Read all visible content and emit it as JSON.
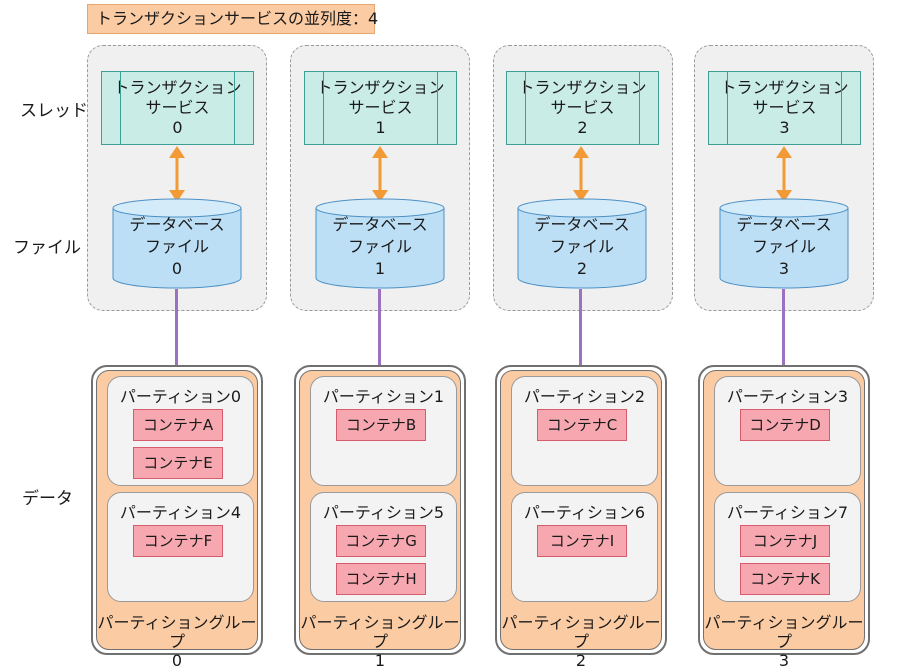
{
  "title": "トランザクションサービスの並列度：4",
  "row_labels": {
    "thread": "スレッド",
    "file": "ファイル",
    "data": "データ"
  },
  "colors": {
    "thread_fill": "#c9ece7",
    "db_fill": "#bcdff5",
    "arrow": "#f19a36",
    "link": "#9b72c0",
    "group_fill": "#fbcba3",
    "container_fill": "#f6a7b0"
  },
  "nodes": [
    {
      "thread": {
        "line1": "トランザクション",
        "line2": "サービス",
        "num": "0"
      },
      "db": {
        "line1": "データベース",
        "line2": "ファイル",
        "num": "0"
      },
      "group": {
        "line1": "パーティショングループ",
        "num": "0"
      },
      "partitions": [
        {
          "label": "パーティション0",
          "containers": [
            "コンテナA",
            "コンテナE"
          ]
        },
        {
          "label": "パーティション4",
          "containers": [
            "コンテナF"
          ]
        }
      ]
    },
    {
      "thread": {
        "line1": "トランザクション",
        "line2": "サービス",
        "num": "1"
      },
      "db": {
        "line1": "データベース",
        "line2": "ファイル",
        "num": "1"
      },
      "group": {
        "line1": "パーティショングループ",
        "num": "1"
      },
      "partitions": [
        {
          "label": "パーティション1",
          "containers": [
            "コンテナB"
          ]
        },
        {
          "label": "パーティション5",
          "containers": [
            "コンテナG",
            "コンテナH"
          ]
        }
      ]
    },
    {
      "thread": {
        "line1": "トランザクション",
        "line2": "サービス",
        "num": "2"
      },
      "db": {
        "line1": "データベース",
        "line2": "ファイル",
        "num": "2"
      },
      "group": {
        "line1": "パーティショングループ",
        "num": "2"
      },
      "partitions": [
        {
          "label": "パーティション2",
          "containers": [
            "コンテナC"
          ]
        },
        {
          "label": "パーティション6",
          "containers": [
            "コンテナI"
          ]
        }
      ]
    },
    {
      "thread": {
        "line1": "トランザクション",
        "line2": "サービス",
        "num": "3"
      },
      "db": {
        "line1": "データベース",
        "line2": "ファイル",
        "num": "3"
      },
      "group": {
        "line1": "パーティショングループ",
        "num": "3"
      },
      "partitions": [
        {
          "label": "パーティション3",
          "containers": [
            "コンテナD"
          ]
        },
        {
          "label": "パーティション7",
          "containers": [
            "コンテナJ",
            "コンテナK"
          ]
        }
      ]
    }
  ]
}
